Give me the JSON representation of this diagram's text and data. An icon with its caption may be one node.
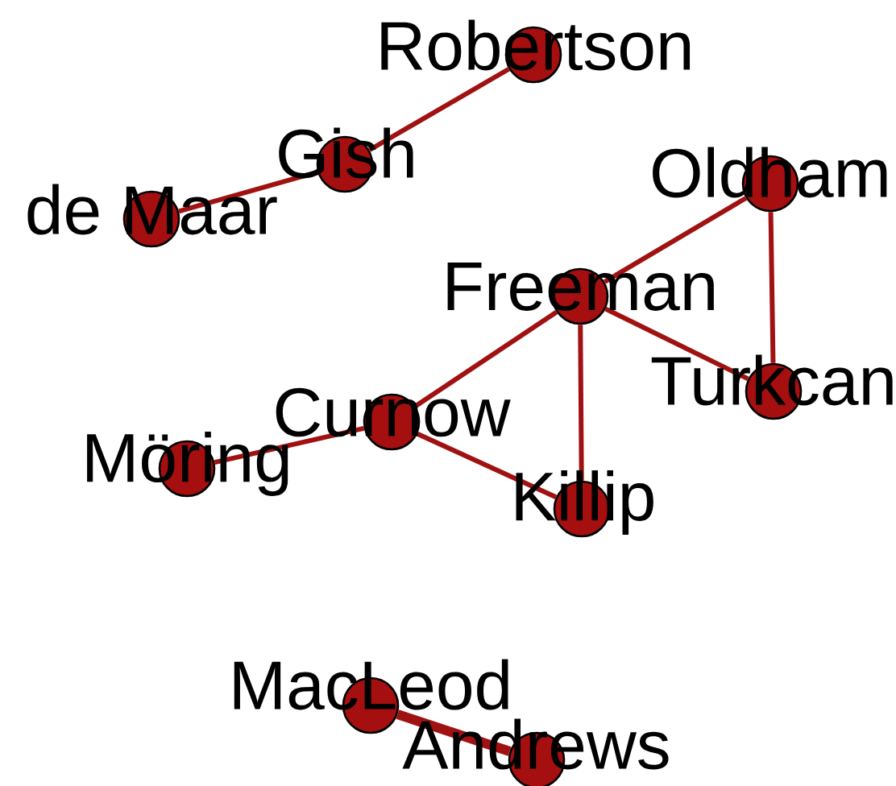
{
  "diagram": {
    "nodes": [
      {
        "text": [
          "Robertson"
        ]
      },
      {
        "text": [
          "Gish"
        ]
      },
      {
        "text": [
          "de Maar"
        ]
      },
      {
        "text": [
          "Oldham"
        ]
      },
      {
        "text": [
          "Freeman"
        ]
      },
      {
        "text": [
          "Turkcan"
        ]
      },
      {
        "text": [
          "Curnow"
        ]
      },
      {
        "text": [
          "Möring"
        ]
      },
      {
        "text": [
          "Killip"
        ]
      },
      {
        "text": [
          "MacLeod"
        ]
      },
      {
        "text": [
          "Andrews"
        ]
      }
    ],
    "edges": [
      {
        "from": 0,
        "to": 1,
        "arrow": "none"
      },
      {
        "from": 1,
        "to": 2,
        "arrow": "none"
      },
      {
        "from": 3,
        "to": 4,
        "arrow": "none"
      },
      {
        "from": 3,
        "to": 5,
        "arrow": "none"
      },
      {
        "from": 4,
        "to": 5,
        "arrow": "none"
      },
      {
        "from": 4,
        "to": 6,
        "arrow": "none"
      },
      {
        "from": 4,
        "to": 8,
        "arrow": "none"
      },
      {
        "from": 6,
        "to": 8,
        "arrow": "none"
      },
      {
        "from": 6,
        "to": 7,
        "arrow": "none"
      },
      {
        "from": 9,
        "to": 10,
        "arrow": "none",
        "style": "thick"
      }
    ]
  }
}
